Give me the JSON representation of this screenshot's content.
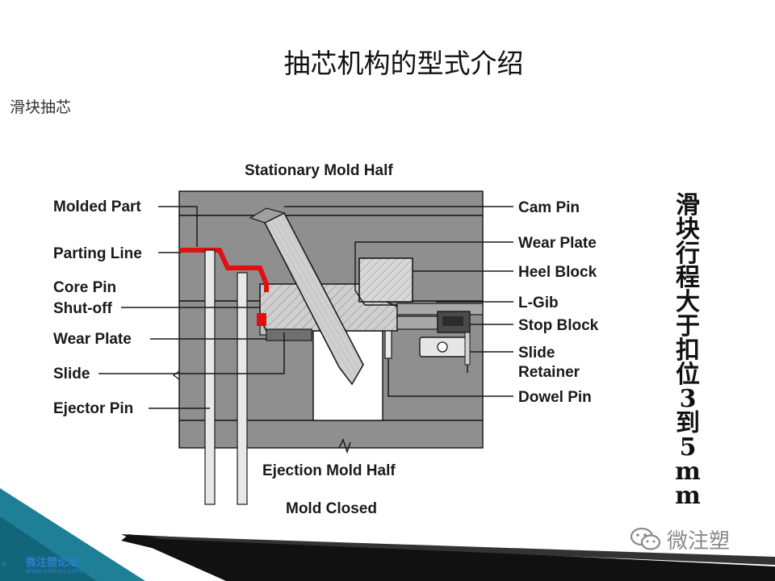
{
  "slide": {
    "title": "抽芯机构的型式介绍",
    "subtitle": "滑块抽芯",
    "vertical_note": "滑块行程大于扣位3到5mm"
  },
  "diagram": {
    "labels": {
      "stationary_mold_half": "Stationary Mold Half",
      "ejection_mold_half": "Ejection Mold Half",
      "mold_closed": "Mold Closed",
      "molded_part": "Molded Part",
      "parting_line": "Parting Line",
      "core_pin": "Core Pin",
      "shut_off": "Shut-off",
      "wear_plate_left": "Wear Plate",
      "slide": "Slide",
      "ejector_pin": "Ejector Pin",
      "cam_pin": "Cam Pin",
      "wear_plate_right": "Wear Plate",
      "heel_block": "Heel Block",
      "l_gib": "L-Gib",
      "stop_block": "Stop Block",
      "slide_retainer_1": "Slide",
      "slide_retainer_2": "Retainer",
      "dowel_pin": "Dowel Pin"
    },
    "colors": {
      "mold_gray": "#8f8f8f",
      "inner_gray": "#c8c8c8",
      "molded_part_red": "#e01010",
      "outline": "#1a1a1a"
    }
  },
  "branding": {
    "corner_text": "微注塑论坛",
    "corner_url": "www.vzhusu.com",
    "watermark": "微注塑"
  },
  "decor": {
    "teal": "#1e7f96",
    "dark": "#111111"
  }
}
